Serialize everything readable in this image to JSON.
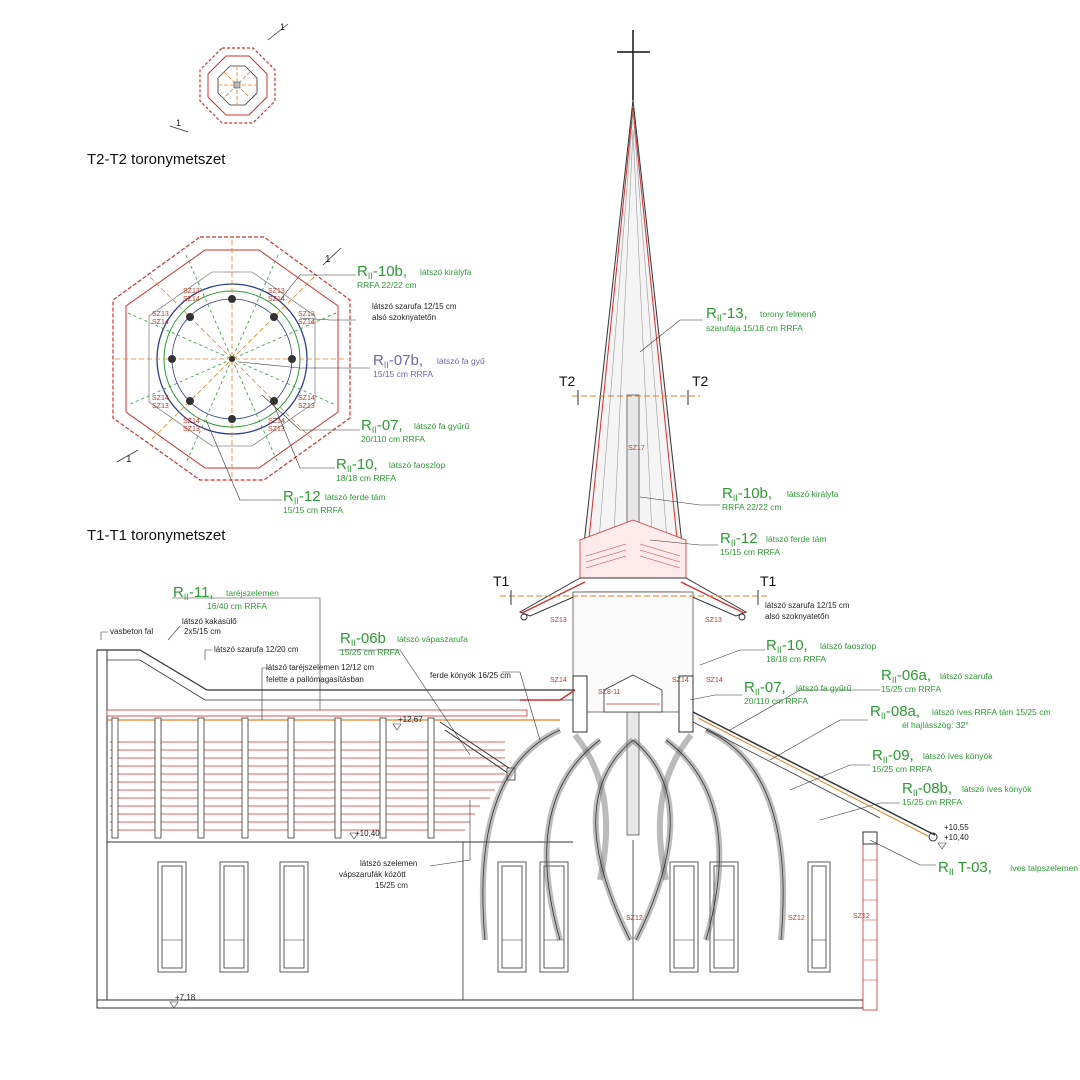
{
  "colors": {
    "label_green": "#2e9a35",
    "label_purple": "#6a6aa8",
    "section_red": "#d32f2f",
    "construction_line": "#333333",
    "cut_orange": "#e67e22",
    "structure_blue": "#2a3f8f"
  },
  "titles": {
    "t2": "T2-T2 toronymetszet",
    "t1": "T1-T1 toronymetszet"
  },
  "section_marks": {
    "t1_left": "T1",
    "t1_right": "T1",
    "t2_left": "T2",
    "t2_right": "T2",
    "plan_arrow": "1"
  },
  "plan_labels": [
    {
      "code": "R",
      "sub": "II",
      "suffix": "-10b,",
      "desc": "látszó királyfa",
      "spec": "RRFA 22/22 cm",
      "color": "green"
    },
    {
      "code": "",
      "sub": "",
      "suffix": "",
      "desc": "látszó szarufa 12/15 cm",
      "spec": "alsó szoknyatetőn",
      "color": "note"
    },
    {
      "code": "R",
      "sub": "II",
      "suffix": "-07b,",
      "desc": "látszó fa gyű",
      "spec": "15/15 cm RRFA",
      "color": "purple"
    },
    {
      "code": "R",
      "sub": "II",
      "suffix": "-07,",
      "desc": "látszó fa gyűrű",
      "spec": "20/110 cm RRFA",
      "color": "green"
    },
    {
      "code": "R",
      "sub": "II",
      "suffix": "-10,",
      "desc": "látszó faoszlop",
      "spec": "18/18 cm RRFA",
      "color": "green"
    },
    {
      "code": "R",
      "sub": "II",
      "suffix": "-12",
      "desc": "látszó ferde tám",
      "spec": "15/15 cm RRFA",
      "color": "green"
    }
  ],
  "plan_tags": [
    "SZ13",
    "SZ14",
    "SZ13",
    "SZ14",
    "SZ13",
    "SZ14",
    "SZ13",
    "SZ14",
    "SZ14",
    "SZ13",
    "SZ14",
    "SZ13",
    "SZ14",
    "SZ13",
    "SZ14",
    "SZ13"
  ],
  "section_labels": {
    "r13": {
      "code": "R",
      "sub": "II",
      "suffix": "-13,",
      "desc": "torony felmenő",
      "spec": "szarufája 15/18 cm RRFA"
    },
    "r10b": {
      "code": "R",
      "sub": "II",
      "suffix": "-10b,",
      "desc": "látszó királyfa",
      "spec": "RRFA 22/22 cm"
    },
    "r12": {
      "code": "R",
      "sub": "II",
      "suffix": "-12",
      "desc": "látszó ferde tám",
      "spec": "15/15 cm RRFA"
    },
    "r11": {
      "code": "R",
      "sub": "II",
      "suffix": "-11,",
      "desc": "taréjszelemen",
      "spec": "16/40 cm RRFA"
    },
    "r06b": {
      "code": "R",
      "sub": "II",
      "suffix": "-06b",
      "desc": "látszó vápaszarufa",
      "spec": "15/25 cm RRFA"
    },
    "r10": {
      "code": "R",
      "sub": "II",
      "suffix": "-10,",
      "desc": "látszó faoszlop",
      "spec": "18/18 cm RRFA"
    },
    "r07": {
      "code": "R",
      "sub": "II",
      "suffix": "-07,",
      "desc": "látszó fa gyűrű",
      "spec": "20/110 cm RRFA"
    },
    "r06a": {
      "code": "R",
      "sub": "II",
      "suffix": "-06a,",
      "desc": "látszó szarufa",
      "spec": "15/25 cm RRFA"
    },
    "r08a": {
      "code": "R",
      "sub": "II",
      "suffix": "-08a,",
      "desc": "látszó íves RRFA tám 15/25 cm",
      "spec": "él hajlásszög: 32°"
    },
    "r09": {
      "code": "R",
      "sub": "II",
      "suffix": "-09,",
      "desc": "látszó íves könyök",
      "spec": "15/25 cm RRFA"
    },
    "r08b": {
      "code": "R",
      "sub": "II",
      "suffix": "-08b,",
      "desc": "látszó íves könyök",
      "spec": "15/25 cm RRFA"
    },
    "rt03": {
      "code": "R",
      "sub": "II",
      "suffix": " T-03,",
      "desc": "íves talpszelemen",
      "spec": ""
    }
  },
  "notes": {
    "vasbeton": "vasbeton fal",
    "kakasulo1": "látszó kakasülő",
    "kakasulo2": "2x5/15 cm",
    "szarufa12": "látszó szarufa 12/20 cm",
    "tarej1": "látszó taréjszelemen 12/12 cm",
    "tarej2": "felette a pallómagasításban",
    "ferde": "ferde könyök 16/25 cm",
    "szarufa_skirt1": "látszó szarufa 12/15 cm",
    "szarufa_skirt2": "alsó szoknyatetőn",
    "szelemen1": "látszó szelemen",
    "szelemen2": "vápszarufák között",
    "szelemen3": "15/25 cm"
  },
  "levels": {
    "l1267": "+12,67",
    "l1040": "+10,40",
    "l1055r": "+10,55",
    "l1040r": "+10,40",
    "l718": "+7,18"
  },
  "section_tags": {
    "sz17": "SZ17",
    "sz13l": "SZ13",
    "sz13r": "SZ13",
    "sz14l": "SZ14",
    "sz14r": "SZ14",
    "sz14rr": "SZ14",
    "sz811": "SZ8-11",
    "sz12a": "SZ12",
    "sz12b": "SZ12",
    "sz12c": "SZ12"
  }
}
